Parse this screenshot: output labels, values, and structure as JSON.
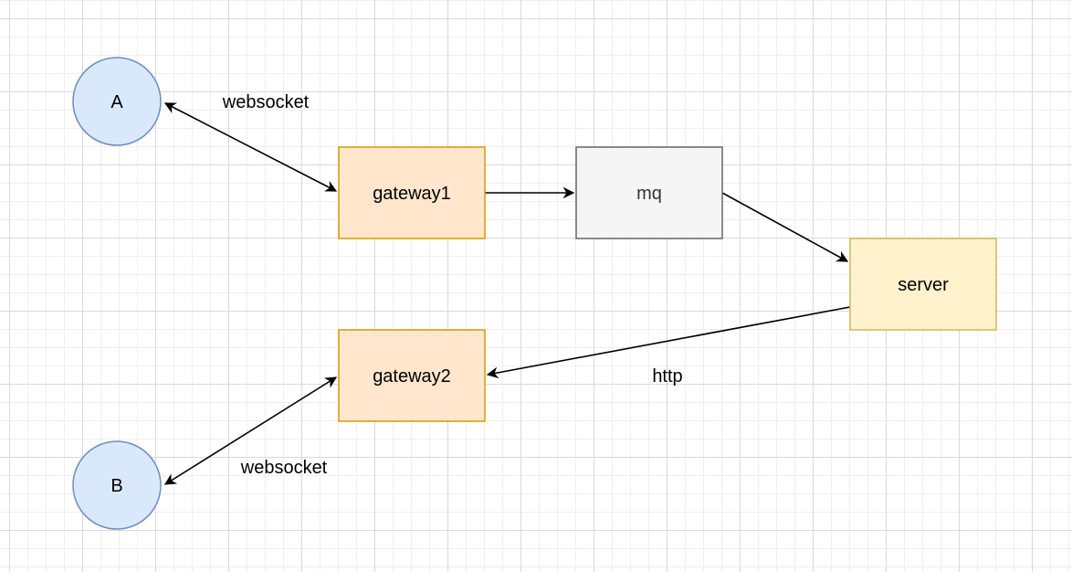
{
  "colors": {
    "circle_fill": "#dae8fc",
    "circle_stroke": "#6c8ebf",
    "gateway_fill": "#ffe6cc",
    "gateway_stroke": "#d79b00",
    "mq_fill": "#f5f5f5",
    "mq_stroke": "#666666",
    "server_fill": "#fff2cc",
    "server_stroke": "#d6b656",
    "edge": "#000000"
  },
  "nodes": {
    "a": {
      "label": "A"
    },
    "b": {
      "label": "B"
    },
    "gateway1": {
      "label": "gateway1"
    },
    "gateway2": {
      "label": "gateway2"
    },
    "mq": {
      "label": "mq"
    },
    "server": {
      "label": "server"
    }
  },
  "edges": {
    "a_gateway1": {
      "label": "websocket",
      "direction": "bidirectional"
    },
    "gateway1_mq": {
      "label": "",
      "direction": "forward"
    },
    "mq_server": {
      "label": "",
      "direction": "forward"
    },
    "server_gateway2": {
      "label": "http",
      "direction": "forward"
    },
    "gateway2_b": {
      "label": "websocket",
      "direction": "bidirectional"
    }
  }
}
